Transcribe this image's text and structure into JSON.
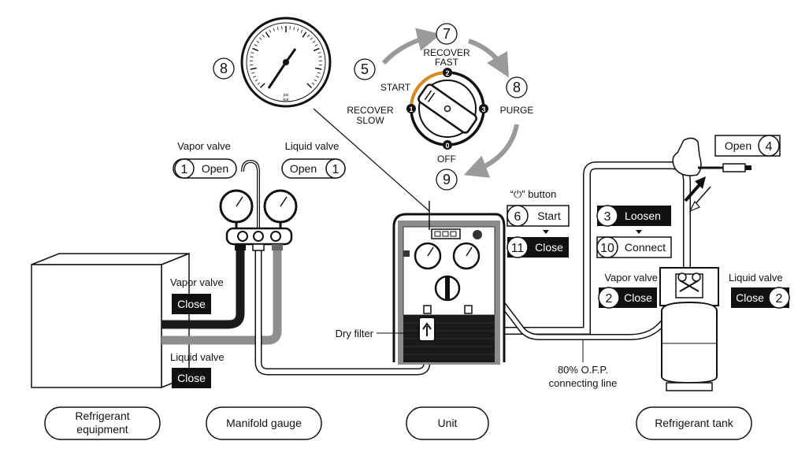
{
  "bottom_labels": {
    "refrigerant_equipment": [
      "Refrigerant",
      "equipment"
    ],
    "manifold_gauge": "Manifold gauge",
    "unit": "Unit",
    "refrigerant_tank": "Refrigerant tank"
  },
  "manifold": {
    "vapor_valve_label": "Vapor valve",
    "liquid_valve_label": "Liquid valve",
    "step_num": "1",
    "open_label": "Open"
  },
  "equipment": {
    "vapor_valve_label": "Vapor valve",
    "liquid_valve_label": "Liquid valve",
    "close_label": "Close"
  },
  "gauge": {
    "step_num": "8"
  },
  "dial": {
    "step_start": "5",
    "step_recover_fast": "7",
    "step_purge": "8",
    "step_off": "9",
    "start_label": "START",
    "recover_fast_label": [
      "RECOVER",
      "FAST"
    ],
    "recover_slow_label": [
      "RECOVER",
      "SLOW"
    ],
    "purge_label": "PURGE",
    "off_label": "OFF",
    "pos_0": "0",
    "pos_1": "1",
    "pos_2": "2",
    "pos_3": "3"
  },
  "power": {
    "title": "“⏻” button",
    "start_num": "6",
    "start_label": "Start",
    "close_num": "11",
    "close_label": "Close"
  },
  "tank": {
    "loosen_num": "3",
    "loosen_label": "Loosen",
    "connect_num": "10",
    "connect_label": "Connect",
    "open_num": "4",
    "open_label": "Open",
    "vapor_valve_label": "Vapor valve",
    "liquid_valve_label": "Liquid valve",
    "close_num": "2",
    "close_label": "Close"
  },
  "dry_filter_label": "Dry filter",
  "ofp_label": [
    "80% O.F.P.",
    "connecting line"
  ]
}
